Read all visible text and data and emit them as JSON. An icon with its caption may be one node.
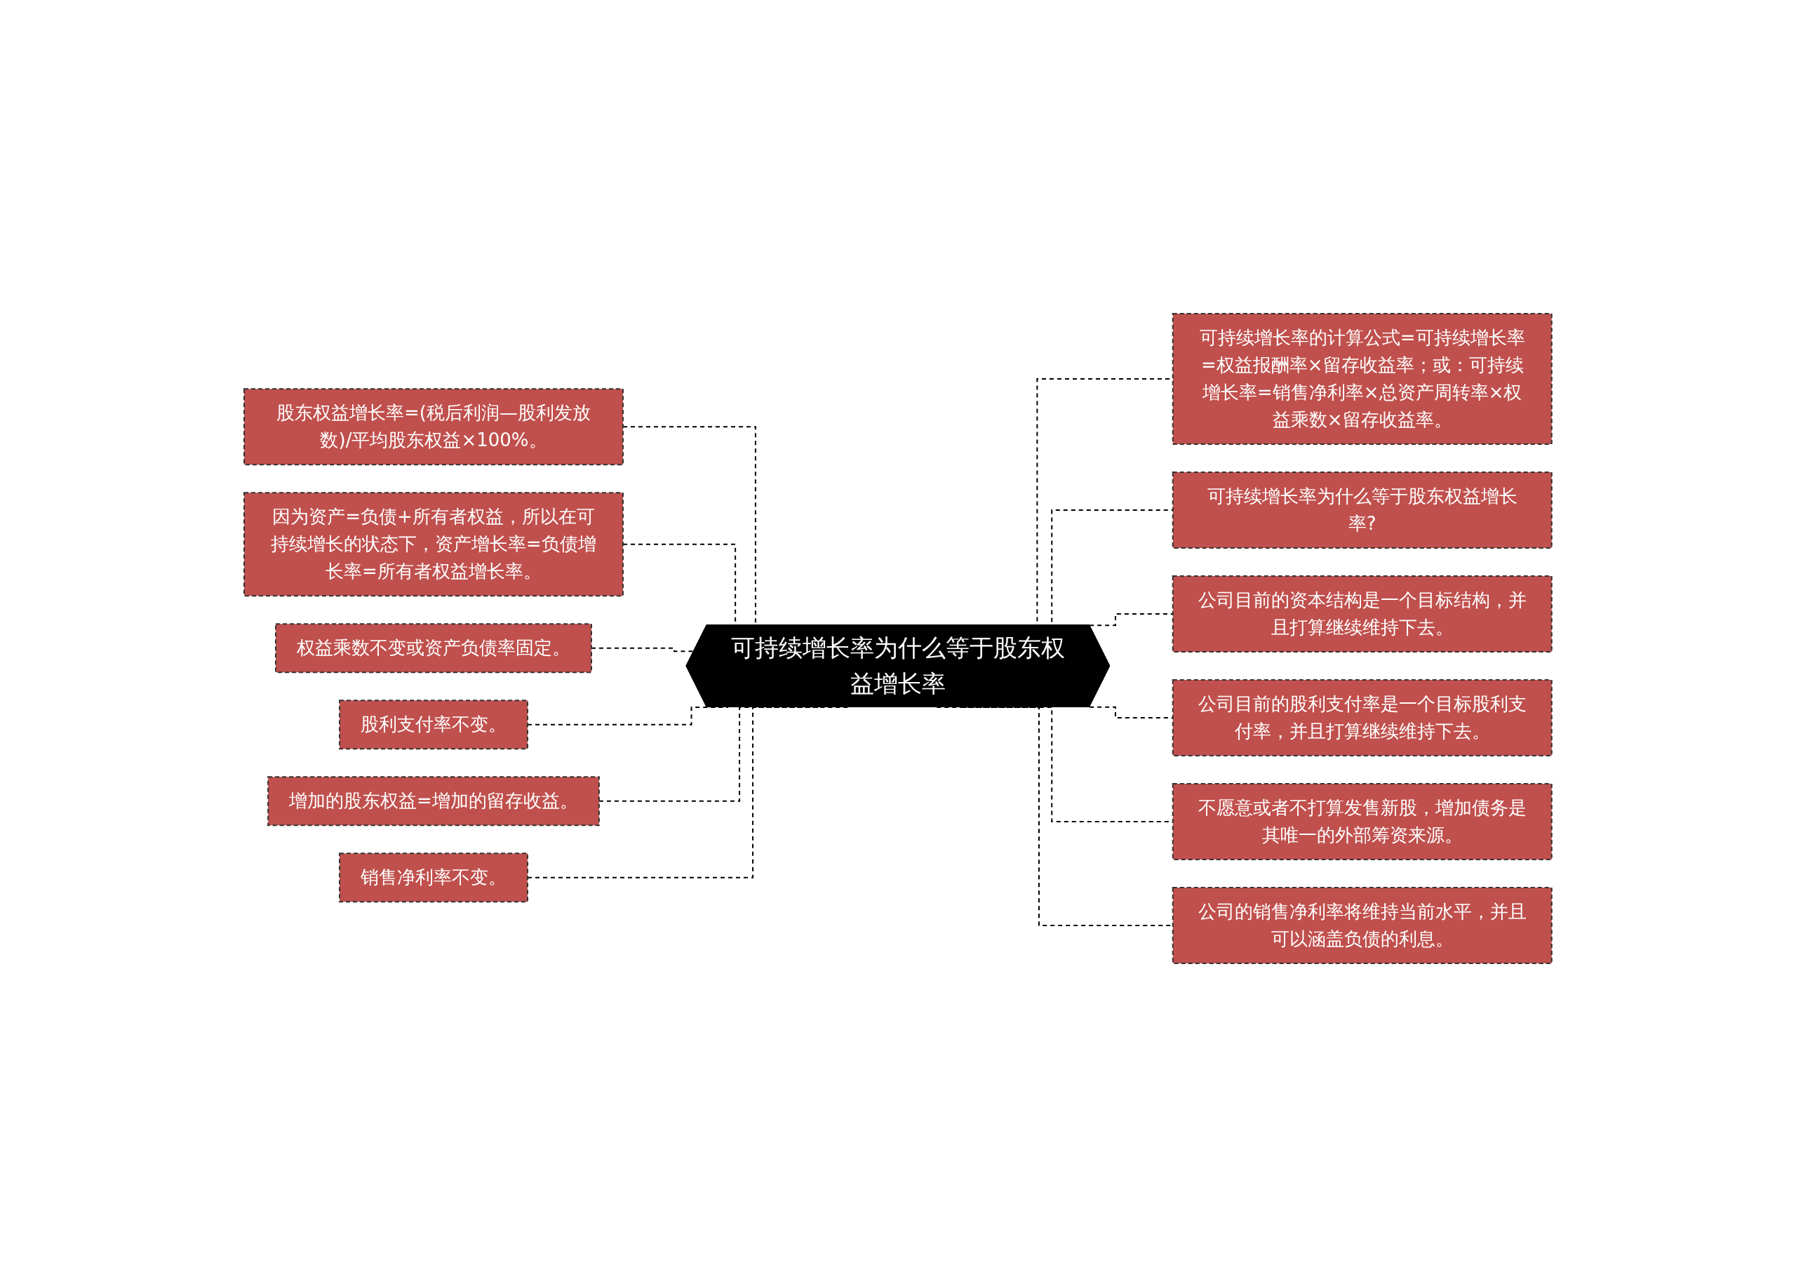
{
  "diagram": {
    "nodes": [
      {
        "text": [
          "可持续增长率为什么等于股东权益增长率"
        ]
      },
      {
        "text": [
          "股东权益增长率=(税后利润—股利发放数)/平均股东权益×100%。"
        ]
      },
      {
        "text": [
          "因为资产=负债+所有者权益，所以在可持续增长的状态下，资产增长率=负债增长率=所有者权益增长率。"
        ]
      },
      {
        "text": [
          "权益乘数不变或资产负债率固定。"
        ]
      },
      {
        "text": [
          "股利支付率不变。"
        ]
      },
      {
        "text": [
          "增加的股东权益=增加的留存收益。"
        ]
      },
      {
        "text": [
          "销售净利率不变。"
        ]
      },
      {
        "text": [
          "可持续增长率的计算公式=可持续增长率=权益报酬率×留存收益率；或：可持续增长率=销售净利率×总资产周转率×权益乘数×留存收益率。"
        ]
      },
      {
        "text": [
          "可持续增长率为什么等于股东权益增长率?"
        ]
      },
      {
        "text": [
          "公司目前的资本结构是一个目标结构，并且打算继续维持下去。"
        ]
      },
      {
        "text": [
          "公司目前的股利支付率是一个目标股利支付率，并且打算继续维持下去。"
        ]
      },
      {
        "text": [
          "不愿意或者不打算发售新股，增加债务是其唯一的外部筹资来源。"
        ]
      },
      {
        "text": [
          "公司的销售净利率将维持当前水平，并且可以涵盖负债的利息。"
        ]
      }
    ],
    "edges": [
      {
        "from": 0,
        "to": 1,
        "arrow": "none",
        "style": "dashed"
      },
      {
        "from": 0,
        "to": 2,
        "arrow": "none",
        "style": "dashed"
      },
      {
        "from": 0,
        "to": 3,
        "arrow": "none",
        "style": "dashed"
      },
      {
        "from": 0,
        "to": 4,
        "arrow": "none",
        "style": "dashed"
      },
      {
        "from": 0,
        "to": 5,
        "arrow": "none",
        "style": "dashed"
      },
      {
        "from": 0,
        "to": 6,
        "arrow": "none",
        "style": "dashed"
      },
      {
        "from": 0,
        "to": 7,
        "arrow": "none",
        "style": "dashed"
      },
      {
        "from": 0,
        "to": 8,
        "arrow": "none",
        "style": "dashed"
      },
      {
        "from": 0,
        "to": 9,
        "arrow": "none",
        "style": "dashed"
      },
      {
        "from": 0,
        "to": 10,
        "arrow": "none",
        "style": "dashed"
      },
      {
        "from": 0,
        "to": 11,
        "arrow": "none",
        "style": "dashed"
      },
      {
        "from": 0,
        "to": 12,
        "arrow": "none",
        "style": "dashed"
      }
    ]
  }
}
